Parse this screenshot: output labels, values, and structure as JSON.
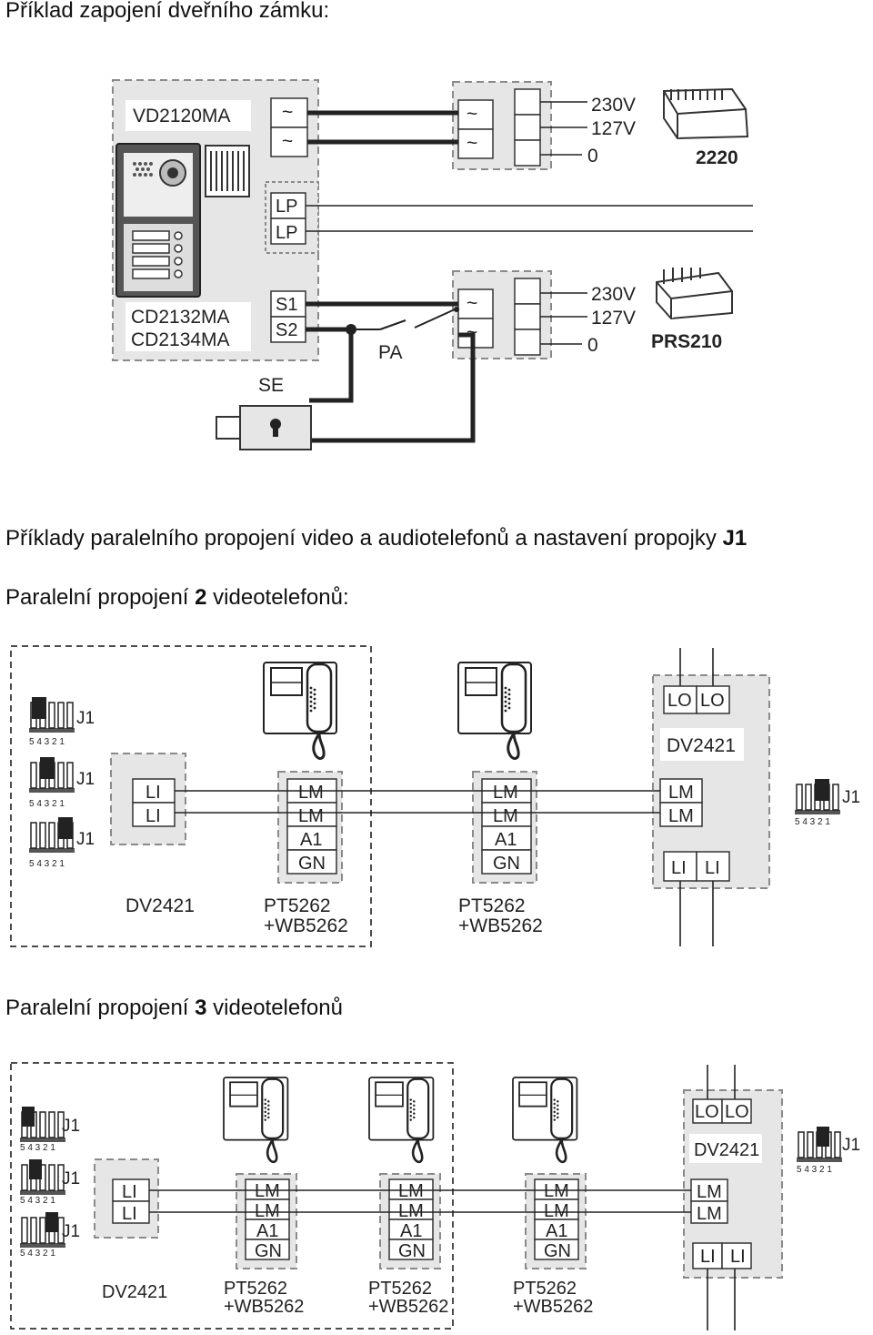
{
  "titles": {
    "door_lock_example": "Příklad zapojení dveřního zámku:",
    "parallel_examples_pre": "Příklady paralelního propojení video a audiotelefonů a nastavení propojky ",
    "parallel_examples_bold": "J1",
    "two_phones_pre": "Paralelní propojení ",
    "two_phones_num": "2",
    "two_phones_post": " videotelefonů:",
    "three_phones_pre": "Paralelní propojení ",
    "three_phones_num": "3",
    "three_phones_post": " videotelefonů"
  },
  "diagram1": {
    "panel_label": "VD2120MA",
    "module_label_1": "CD2132MA",
    "module_label_2": "CD2134MA",
    "ac_symbol": "~",
    "lp_label": "LP",
    "s1_label": "S1",
    "s2_label": "S2",
    "pa_label": "PA",
    "se_label": "SE",
    "voltage_230": "230V",
    "voltage_127": "127V",
    "voltage_0": "0",
    "psu_top": "2220",
    "psu_bottom": "PRS210"
  },
  "jumper": {
    "label": "J1",
    "pins": "5 4 3 2 1"
  },
  "terminals": {
    "li": "LI",
    "lo": "LO",
    "lm": "LM",
    "a1": "A1",
    "gn": "GN"
  },
  "devices": {
    "distributor": "DV2421",
    "phone_line1": "PT5262",
    "phone_line2": "+WB5262"
  }
}
